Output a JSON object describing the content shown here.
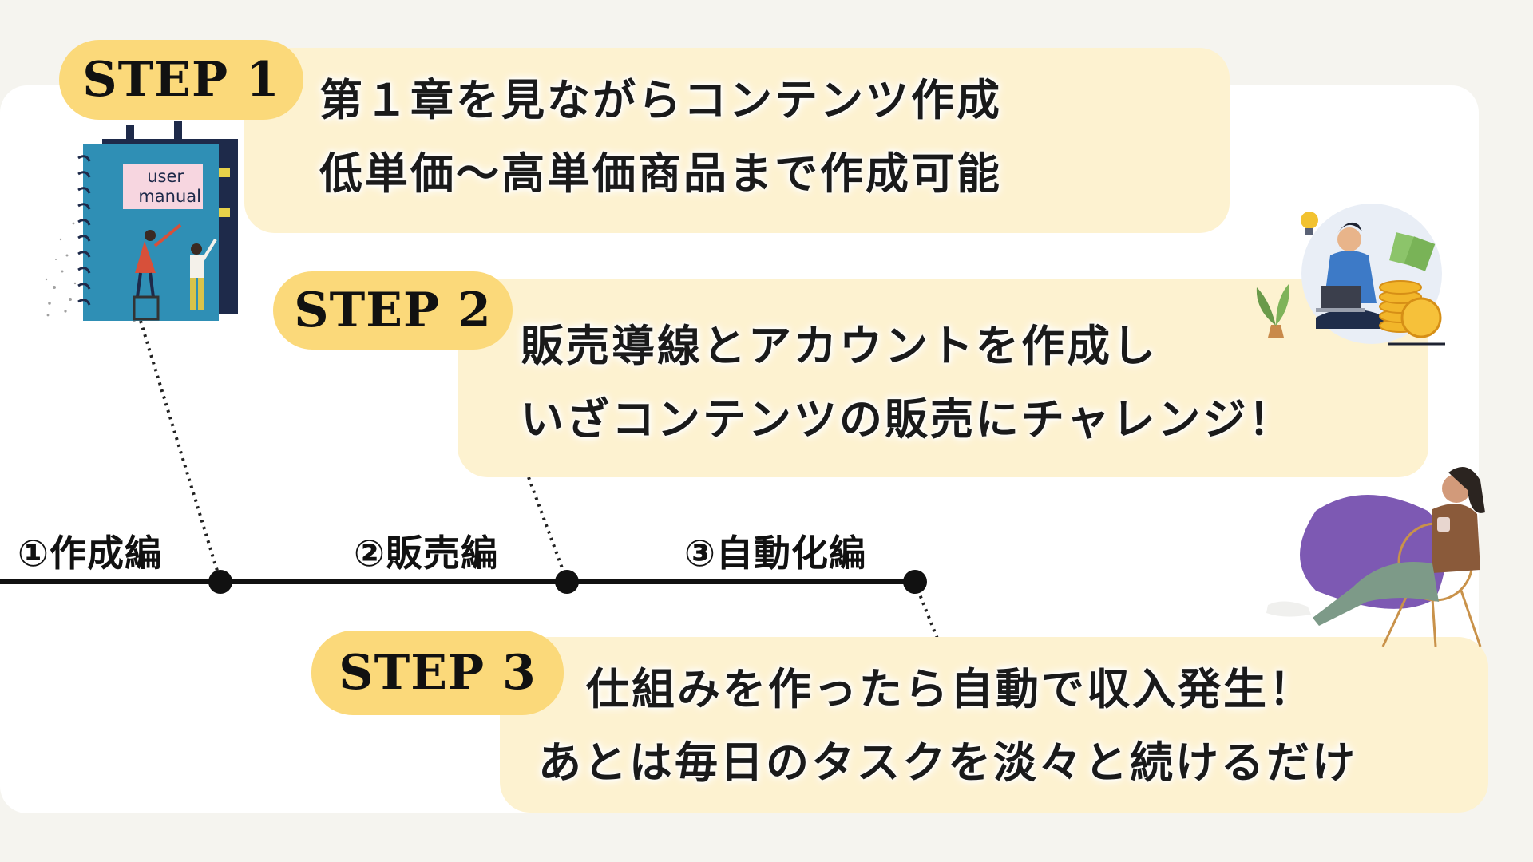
{
  "steps": [
    {
      "badge": "STEP 1",
      "lines": [
        "第１章を見ながらコンテンツ作成",
        "低単価〜高単価商品まで作成可能"
      ]
    },
    {
      "badge": "STEP 2",
      "lines": [
        "販売導線とアカウントを作成し",
        "いざコンテンツの販売にチャレンジ！"
      ]
    },
    {
      "badge": "STEP 3",
      "lines": [
        "仕組みを作ったら自動で収入発生！",
        "あとは毎日のタスクを淡々と続けるだけ"
      ]
    }
  ],
  "timeline": {
    "labels": [
      "①作成編",
      "②販売編",
      "③自動化編"
    ]
  },
  "illustrations": {
    "manual_cover": [
      "user",
      "manual"
    ]
  },
  "colors": {
    "badge": "#fbd97a",
    "box": "#fdf2d0",
    "panel": "#ffffff",
    "background": "#f5f4ef"
  }
}
